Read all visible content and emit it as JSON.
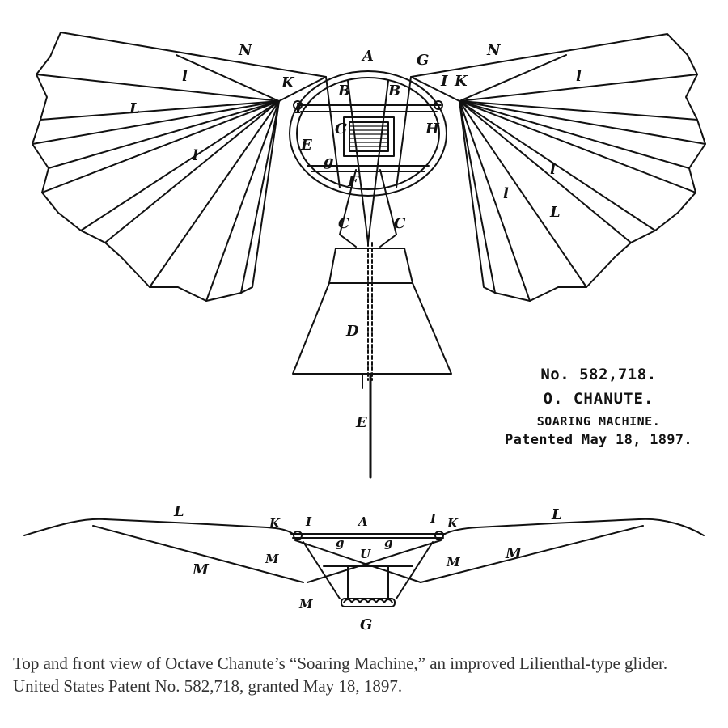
{
  "patent": {
    "number": "No. 582,718.",
    "inventor": "O. CHANUTE.",
    "title": "SOARING MACHINE.",
    "date": "Patented May 18, 1897."
  },
  "caption": "Top and front view of Octave Chanute’s “Soaring Machine,” an improved Lilienthal-type glider. United States Patent No. 582,718, granted May 18, 1897.",
  "top_view_labels": {
    "A": "A",
    "B": "B",
    "C": "C",
    "D": "D",
    "E": "E",
    "F": "F",
    "G": "G",
    "H": "H",
    "I": "I",
    "K": "K",
    "L": "L",
    "N": "N",
    "lower_l": "l",
    "g": "g"
  },
  "front_view_labels": {
    "L": "L",
    "K": "K",
    "I": "I",
    "A": "A",
    "M": "M",
    "G": "G",
    "g": "g",
    "U": "U"
  }
}
